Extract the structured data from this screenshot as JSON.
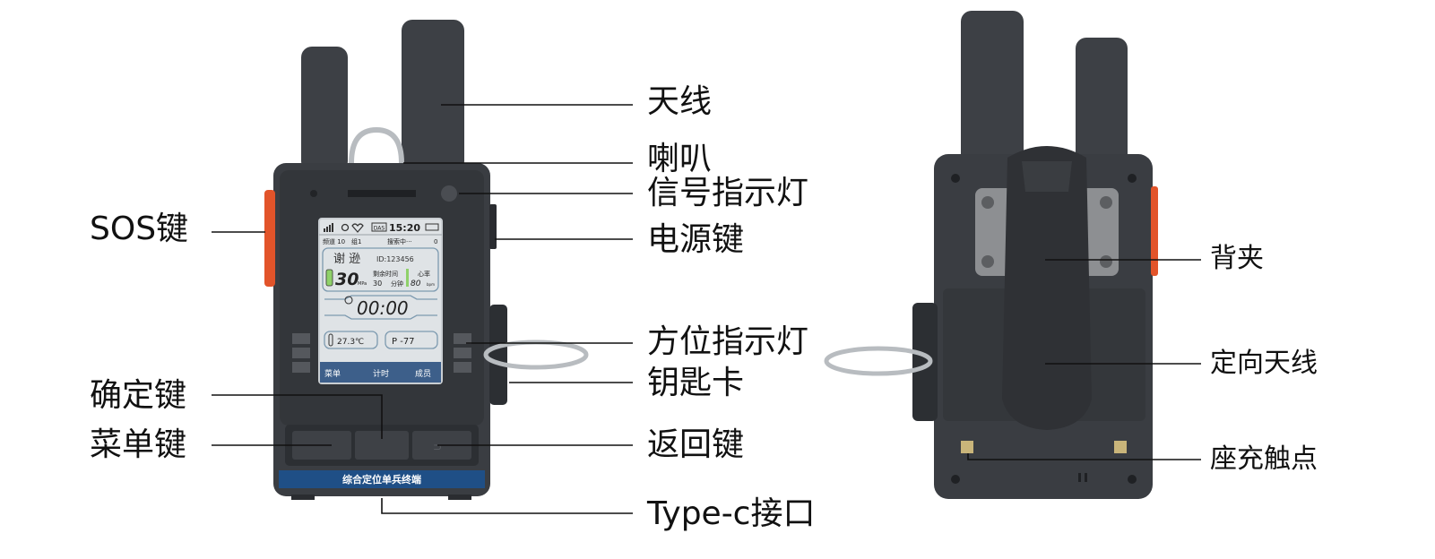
{
  "colors": {
    "body": "#3a3d42",
    "body_dark": "#2c2f33",
    "antenna": "#3d4045",
    "screen_bg": "#dfe3e6",
    "screen_border": "#c9ced2",
    "label_bar": "#1f4f86",
    "sos_orange": "#e2542a",
    "line": "#111111"
  },
  "front_labels": {
    "antenna": "天线",
    "speaker": "喇叭",
    "signal_light": "信号指示灯",
    "power_key": "电源键",
    "sos_key": "SOS键",
    "direction_light": "方位指示灯",
    "key_card": "钥匙卡",
    "ok_key": "确定键",
    "menu_key": "菜单键",
    "back_key": "返回键",
    "typec_port": "Type-c接口"
  },
  "back_labels": {
    "back_clip": "背夹",
    "directional_antenna": "定向天线",
    "charge_contacts": "座充触点"
  },
  "device_front": {
    "bottom_label": "综合定位单兵终端",
    "status_time": "15:20",
    "status_badge": "DAS",
    "team_left": "频道 10",
    "team_mid": "组1",
    "team_search": "搜索中···",
    "team_count": "0",
    "user_name": "谢 逊",
    "user_id": "ID:123456",
    "pressure_value": "30",
    "pressure_unit": "MPa",
    "remaining_label": "剩余时间",
    "remaining_value": "30",
    "remaining_unit": "分钟",
    "heart_label": "心率",
    "heart_value": "80",
    "heart_unit": "bpm",
    "timer": "00:00",
    "temperature": "27.3℃",
    "p_value": "P -77",
    "softkey_left": "菜单",
    "softkey_mid": "计时",
    "softkey_right": "成员",
    "button_back_glyph": "⊃"
  }
}
